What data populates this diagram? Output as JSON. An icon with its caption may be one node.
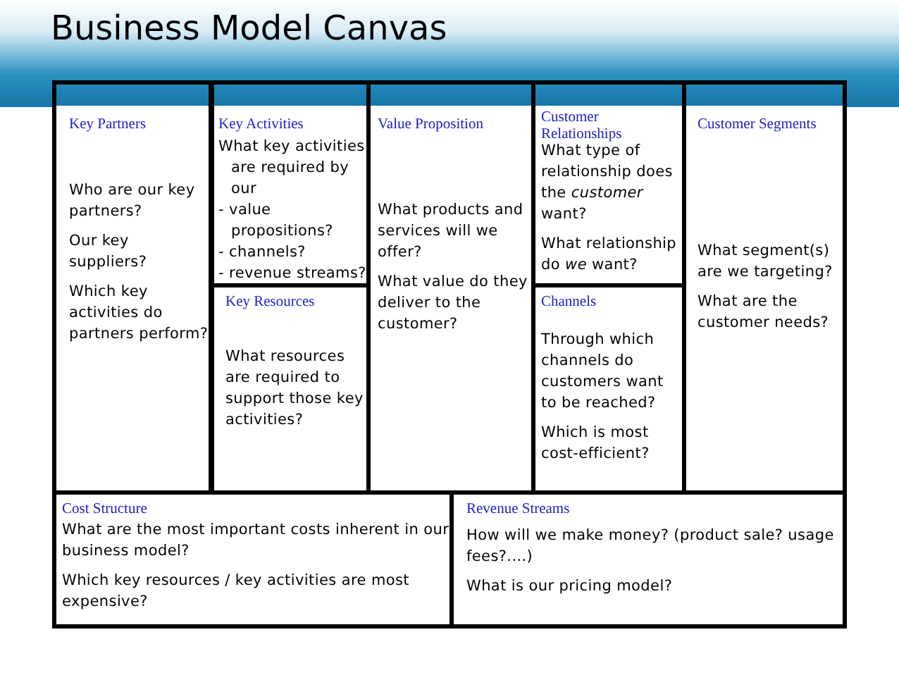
{
  "diagram": {
    "title": "Business Model Canvas",
    "nodes": [
      {
        "text": [
          "Key Partners",
          "Who are our key partners?",
          "Our key suppliers?",
          "Which key activities do partners perform?"
        ]
      },
      {
        "text": [
          "Key Activities",
          "What key activities are required by our",
          "- value propositions?",
          "- channels?",
          "- revenue streams?"
        ]
      },
      {
        "text": [
          "Key Resources",
          "What resources are required to support those key activities?"
        ]
      },
      {
        "text": [
          "Value Proposition",
          "What products and services will we offer?",
          "What value do they deliver to the customer?"
        ]
      },
      {
        "text": [
          "Customer Relationships",
          "What type of relationship does the *customer* want?",
          "What relationship do *we* want?"
        ]
      },
      {
        "text": [
          "Channels",
          "Through which channels do customers want to be reached?",
          "Which is most cost-efficient?"
        ]
      },
      {
        "text": [
          "Customer Segments",
          "What segment(s) are we targeting?",
          "What are the customer needs?"
        ]
      },
      {
        "text": [
          "Cost Structure",
          "What are the most important costs inherent in our business model?",
          "Which key resources / key activities  are most expensive?"
        ]
      },
      {
        "text": [
          "Revenue Streams",
          "How will we make money? (product sale?  usage fees?....)",
          "What is our pricing model?"
        ]
      }
    ]
  }
}
